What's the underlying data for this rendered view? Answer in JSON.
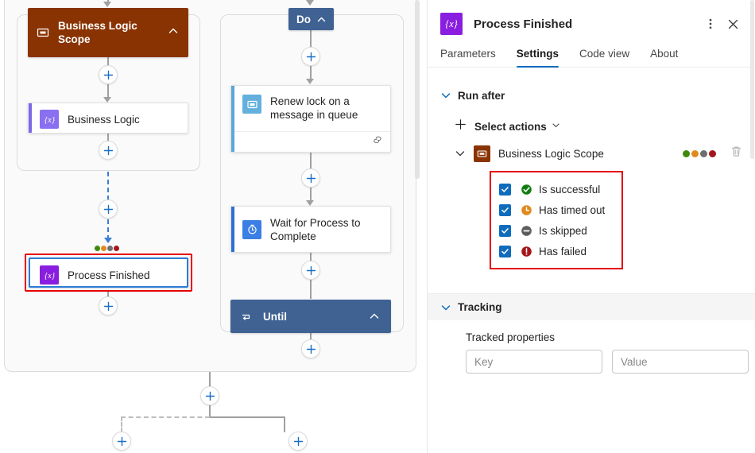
{
  "canvas": {
    "scope": {
      "title": "Business Logic Scope",
      "icon": "scope-icon",
      "color": "#8a3302",
      "collapse_icon": "chevron-up-icon"
    },
    "business_logic_card": {
      "label": "Business Logic",
      "icon": "compose-variable-icon",
      "accent": "#7e68e8",
      "icon_bg": "#8a6ff0"
    },
    "process_finished_card": {
      "label": "Process Finished",
      "icon": "compose-variable-icon",
      "icon_bg": "#8a1ee0",
      "selected": "true",
      "highlight_color": "#e60000"
    },
    "do_header": {
      "label": "Do",
      "collapse_icon": "chevron-up-icon",
      "color": "#3f6293"
    },
    "until_header": {
      "label": "Until",
      "icon": "loop-icon",
      "collapse_icon": "chevron-up-icon",
      "color": "#3f6293"
    },
    "renew_lock_card": {
      "label": "Renew lock on a message in queue",
      "icon": "service-bus-icon",
      "accent": "#5aa7d8",
      "icon_bg": "#63b0dd",
      "footer_icon": "retry-loop-icon"
    },
    "wait_card": {
      "label": "Wait for Process to Complete",
      "icon": "delay-clock-icon",
      "accent": "#2f6fd0",
      "icon_bg": "#3b7fe4"
    },
    "edge_status_dots": [
      "#3e8a0e",
      "#e08a1e",
      "#6e6e6e",
      "#a4161a"
    ],
    "add_button_icon": "plus-icon"
  },
  "panel": {
    "header": {
      "title": "Process Finished",
      "icon": "compose-variable-icon",
      "icon_color": "#8a1ee0",
      "more_icon": "more-vertical-icon",
      "close_icon": "close-icon"
    },
    "tabs": [
      {
        "label": "Parameters",
        "active": false
      },
      {
        "label": "Settings",
        "active": true
      },
      {
        "label": "Code view",
        "active": false
      },
      {
        "label": "About",
        "active": false
      }
    ],
    "run_after": {
      "title": "Run after",
      "chevron": "chevron-down-icon",
      "select_actions": {
        "label": "Select actions",
        "plus_icon": "plus-icon",
        "chevron": "chevron-down-icon"
      },
      "action": {
        "name": "Business Logic Scope",
        "chevron": "chevron-down-icon",
        "icon": "scope-icon",
        "icon_bg": "#8a3302",
        "delete_icon": "trash-icon",
        "dots": [
          "#3e8a0e",
          "#e08a1e",
          "#6e6e6e",
          "#a4161a"
        ]
      },
      "statuses": [
        {
          "label": "Is successful",
          "checked": true,
          "icon": "success-check-icon",
          "color": "#107c10"
        },
        {
          "label": "Has timed out",
          "checked": true,
          "icon": "timeout-clock-icon",
          "color": "#e08a1e"
        },
        {
          "label": "Is skipped",
          "checked": true,
          "icon": "skipped-minus-icon",
          "color": "#5d5d5d"
        },
        {
          "label": "Has failed",
          "checked": true,
          "icon": "failed-error-icon",
          "color": "#a4161a"
        }
      ],
      "highlight_color": "#e60000"
    },
    "tracking": {
      "title": "Tracking",
      "chevron": "chevron-down-icon",
      "tracked_properties_label": "Tracked properties",
      "key_placeholder": "Key",
      "key_value": "",
      "value_placeholder": "Value",
      "value_value": ""
    }
  },
  "theme": {
    "accent": "#0f6cbd",
    "scope_brown": "#8a3302",
    "loop_blue": "#3f6293",
    "highlight_red": "#e60000"
  }
}
